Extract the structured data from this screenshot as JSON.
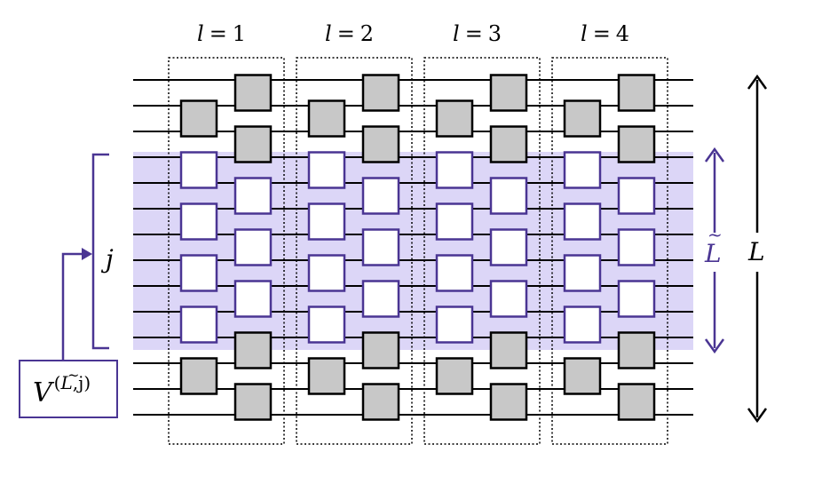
{
  "diagram": {
    "layers": [
      {
        "label_var": "l",
        "label_eq": "=",
        "label_num": "1"
      },
      {
        "label_var": "l",
        "label_eq": "=",
        "label_num": "2"
      },
      {
        "label_var": "l",
        "label_eq": "=",
        "label_num": "3"
      },
      {
        "label_var": "l",
        "label_eq": "=",
        "label_num": "4"
      }
    ],
    "wire_count": 14,
    "sub_start_wire": 3,
    "sub_end_wire": 10,
    "j_label": "j",
    "L_label": "L",
    "Ltilde_label": "L",
    "Ltilde_tilde": "~",
    "box_V": "V",
    "box_sup_open": "(",
    "box_sup_L": "L",
    "box_sup_tilde": "~",
    "box_sup_rest": ",j)",
    "colors": {
      "accent": "#4a3593",
      "highlight": "#dcd6f7",
      "gate_gray": "#c8c8c8",
      "gate_white": "#ffffff",
      "wire": "#000000"
    }
  }
}
